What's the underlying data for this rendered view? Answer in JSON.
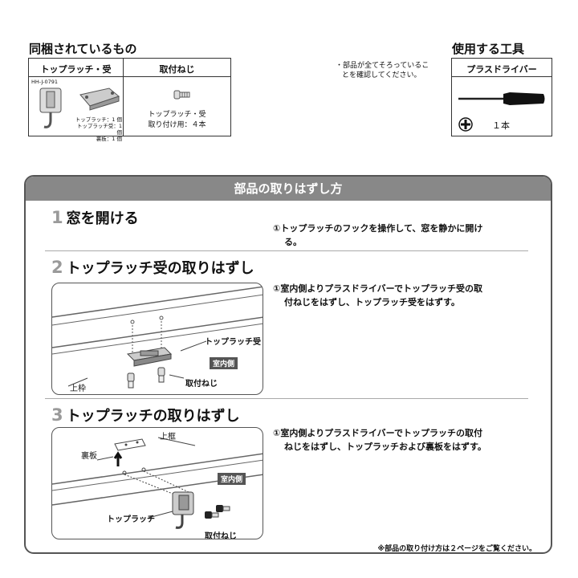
{
  "contents": {
    "title": "同梱されているもの",
    "col1_header": "トップラッチ・受",
    "col2_header": "取付ねじ",
    "model": "HH-J-0791",
    "item_list": [
      "トップラッチ：1 個",
      "トップラッチ受：1 個",
      "裏板：1 個"
    ],
    "screw_desc": [
      "トップラッチ・受",
      "取り付け用：４本"
    ]
  },
  "check_note": [
    "・部品が全てそろっているこ",
    "とを確認してください。"
  ],
  "tools": {
    "title": "使用する工具",
    "header": "プラスドライバー",
    "count": "１本"
  },
  "panel": {
    "title": "部品の取りはずし方",
    "steps": [
      {
        "num": "1",
        "title": "窓を開ける",
        "text": [
          "①トップラッチのフックを操作して、窓を静かに開け",
          "る。"
        ]
      },
      {
        "num": "2",
        "title": "トップラッチ受の取りはずし",
        "text": [
          "①室内側よりプラスドライバーでトップラッチ受の取",
          "付ねじをはずし、トップラッチ受をはずす。"
        ],
        "labels": {
          "part": "トップラッチ受",
          "frame": "上枠",
          "side": "室内側",
          "screw": "取付ねじ"
        }
      },
      {
        "num": "3",
        "title": "トップラッチの取りはずし",
        "text": [
          "①室内側よりプラスドライバーでトップラッチの取付",
          "ねじをはずし、トップラッチおよび裏板をはずす。"
        ],
        "labels": {
          "plate": "裏板",
          "frame": "上框",
          "side": "室内側",
          "part": "トップラッチ",
          "screw": "取付ねじ"
        }
      }
    ],
    "footnote": "※部品の取り付け方は２ページをご覧ください。"
  }
}
